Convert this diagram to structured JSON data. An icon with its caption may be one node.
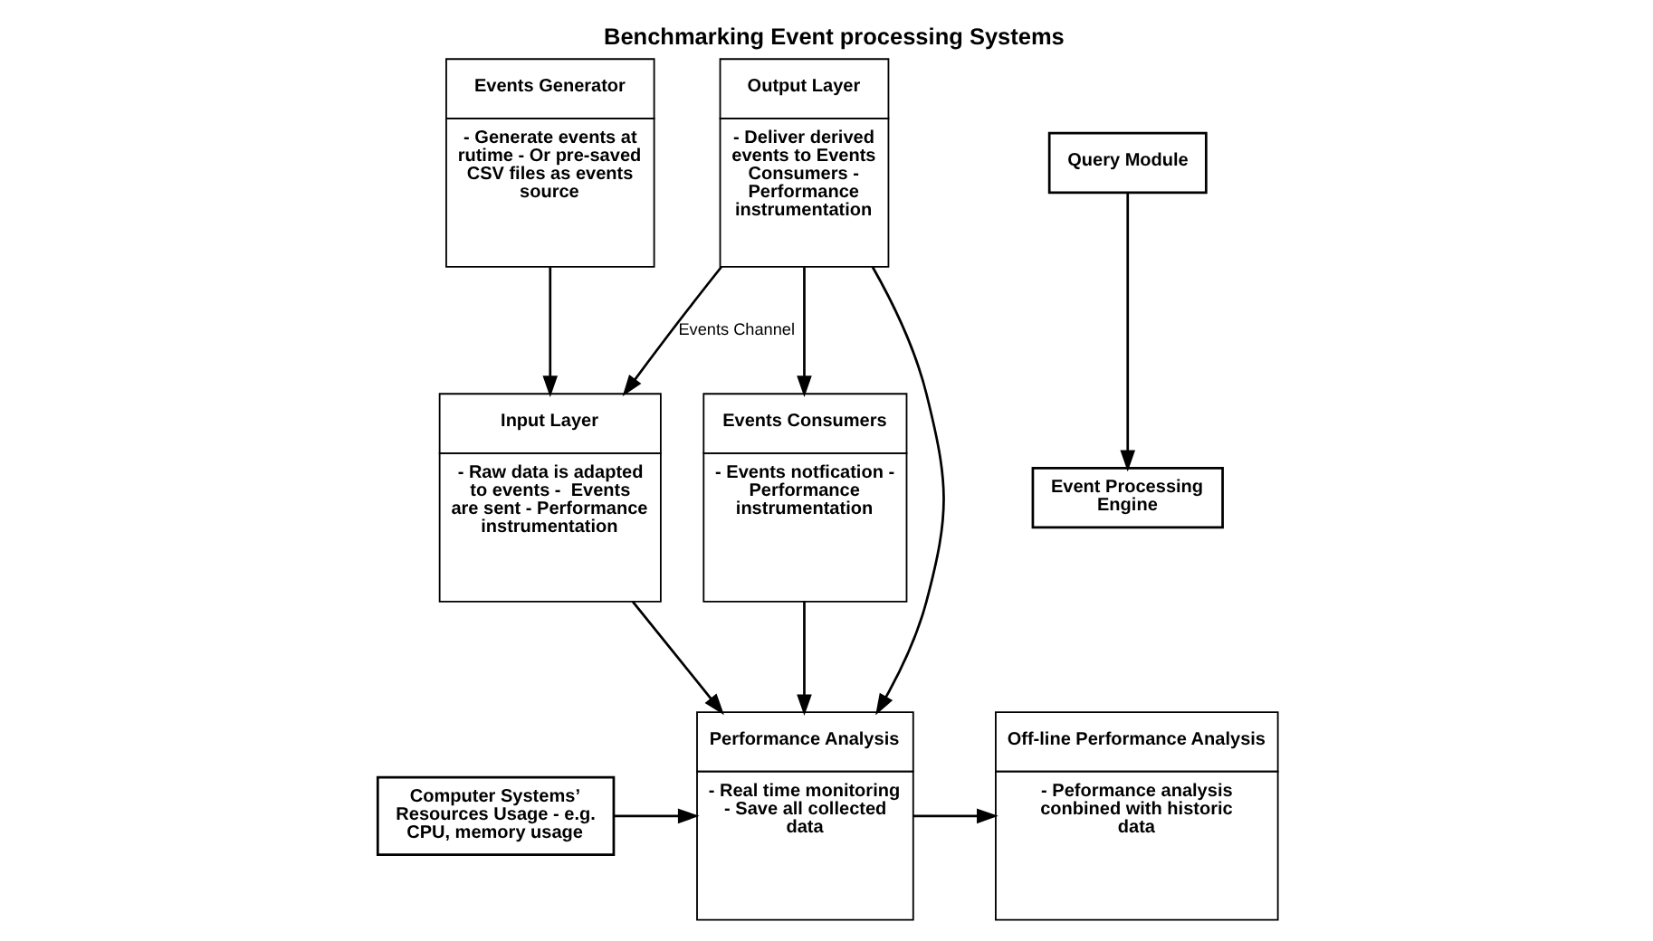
{
  "diagram": {
    "title": "Benchmarking Event processing Systems",
    "nodes": [
      {
        "text": [
          "Events Generator",
          "- Generate events at rutime - Or pre-saved CSV files as events source"
        ]
      },
      {
        "text": [
          "Input Layer",
          "- Raw data is adapted to events -  Events are sent - Performance instrumentation"
        ]
      },
      {
        "text": [
          "Query Module"
        ]
      },
      {
        "text": [
          "Event Processing Engine"
        ]
      },
      {
        "text": [
          "Output Layer",
          "- Deliver derived events to Events Consumers - Performance instrumentation"
        ]
      },
      {
        "text": [
          "Events Consumers",
          "- Events notfication - Performance instrumentation"
        ]
      },
      {
        "text": [
          "Off-line Performance Analysis",
          "- Peformance analysis conbined with historic data"
        ]
      },
      {
        "text": [
          "Performance Analysis",
          "- Real time monitoring - Save all collected data"
        ]
      },
      {
        "text": [
          "Computer Systems’ Resources Usage - e.g. CPU, memory usage"
        ]
      }
    ],
    "edges": [
      {
        "from": 0,
        "to": 1,
        "arrow": "to"
      },
      {
        "from": 2,
        "to": 3,
        "arrow": "to"
      },
      {
        "from": 4,
        "to": 5,
        "arrow": "to"
      },
      {
        "from": 4,
        "to": 1,
        "arrow": "to",
        "label": "Events Channel"
      },
      {
        "from": 1,
        "to": 7,
        "arrow": "to"
      },
      {
        "from": 4,
        "to": 7,
        "arrow": "to"
      },
      {
        "from": 5,
        "to": 7,
        "arrow": "to"
      },
      {
        "from": 7,
        "to": 6,
        "arrow": "to"
      },
      {
        "from": 8,
        "to": 7,
        "arrow": "to"
      }
    ]
  }
}
